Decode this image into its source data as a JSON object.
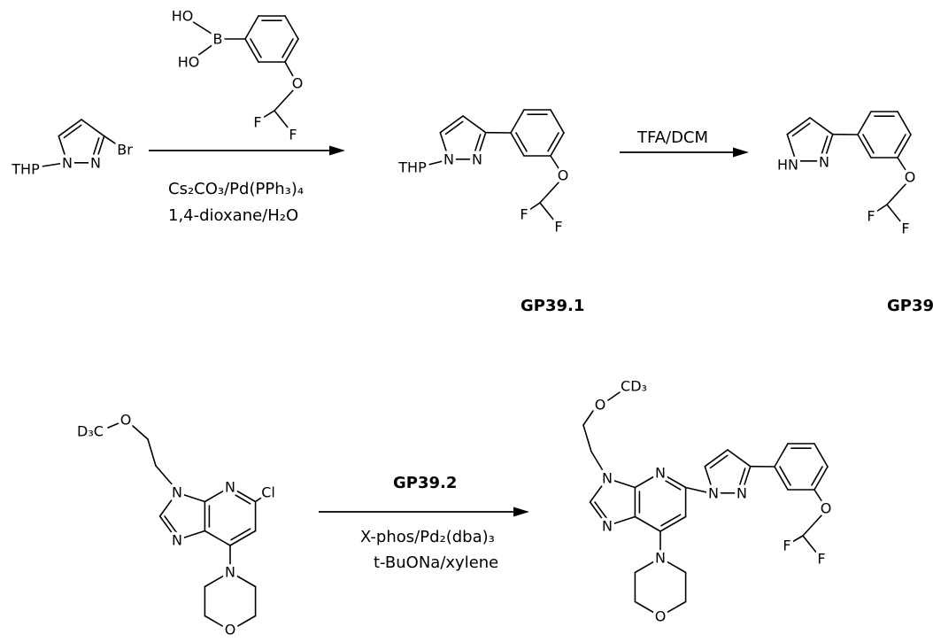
{
  "scheme1": {
    "boronic_acid": {
      "ho_top": "HO",
      "b": "B",
      "ho_bottom": "HO",
      "o": "O",
      "f_left": "F",
      "f_right": "F"
    },
    "pyrazole_bromide": {
      "thp": "THP",
      "n1": "N",
      "n2": "N",
      "br": "Br"
    },
    "step1": {
      "line1": "Cs₂CO₃/Pd(PPh₃)₄",
      "line2": "1,4-dioxane/H₂O"
    },
    "intermediate": {
      "thp": "THP",
      "n1": "N",
      "n2": "N",
      "o": "O",
      "f_left": "F",
      "f_right": "F",
      "name": "GP39.1"
    },
    "step2": {
      "line1": "TFA/DCM"
    },
    "product": {
      "hn": "HN",
      "n2": "N",
      "o": "O",
      "f_left": "F",
      "f_right": "F",
      "name": "GP39"
    }
  },
  "scheme2": {
    "chloride": {
      "d3c": "D₃C",
      "o_chain": "O",
      "n3": "N",
      "n4": "N",
      "cl": "Cl",
      "n1": "N",
      "morpholine_n": "N",
      "morpholine_o": "O"
    },
    "step": {
      "reagent": "GP39.2",
      "line1": "X-phos/Pd₂(dba)₃",
      "line2": "t-BuONa/xylene"
    },
    "product": {
      "cd3": "CD₃",
      "o_chain": "O",
      "n3": "N",
      "n4": "N",
      "n1": "N",
      "pz_n1": "N",
      "pz_n2": "N",
      "o_aryl": "O",
      "f_left": "F",
      "f_right": "F",
      "morpholine_n": "N",
      "morpholine_o": "O"
    }
  }
}
